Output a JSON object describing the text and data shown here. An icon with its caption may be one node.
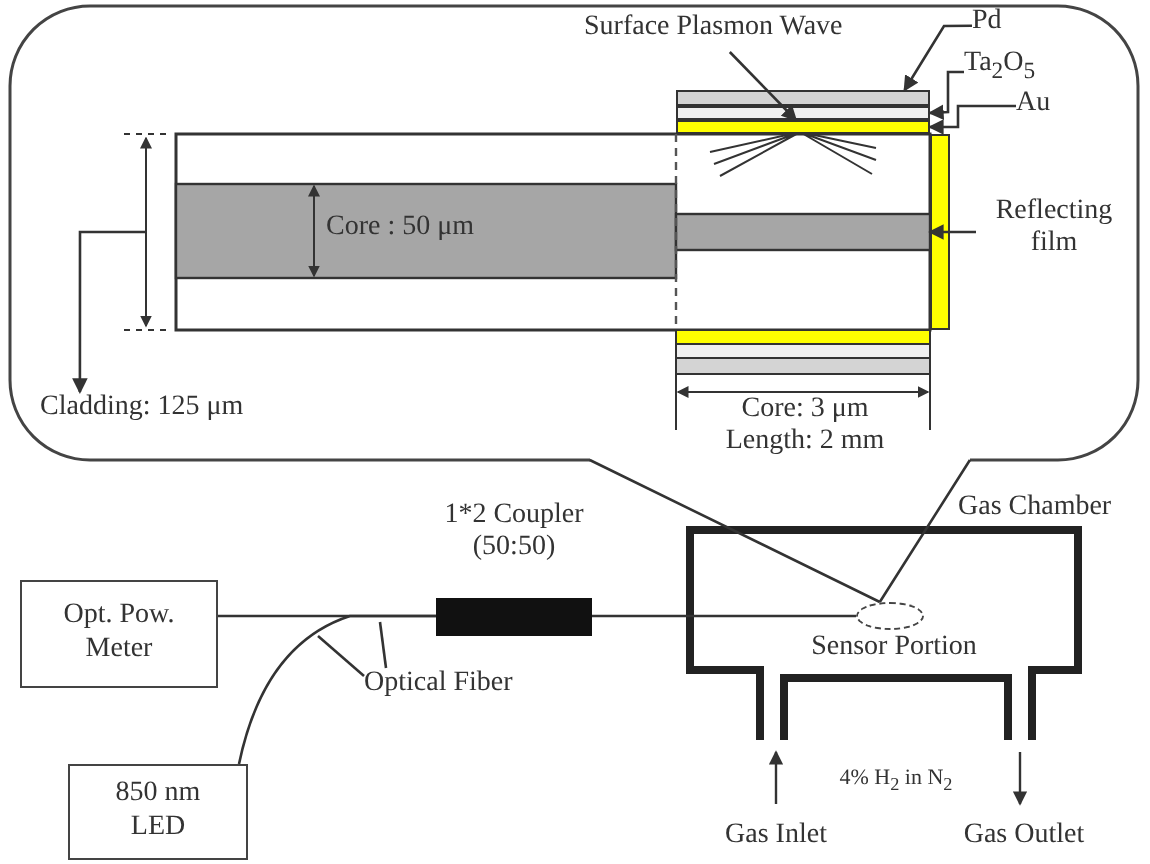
{
  "diagram": {
    "nodes": [
      {
        "text": [],
        "shape": "box"
      },
      {
        "text": [
          "Surface Plasmon Wave"
        ],
        "in": 0
      },
      {
        "text": [
          "Pd"
        ],
        "in": 0
      },
      {
        "text": [
          "Ta$_{2}$O$_{5}$"
        ],
        "in": 0
      },
      {
        "text": [
          "Au"
        ],
        "in": 0
      },
      {
        "text": [
          "Reflecting film"
        ],
        "in": 0
      },
      {
        "text": [
          "Cladding: 125 μm"
        ],
        "in": 0
      },
      {
        "text": [],
        "shape": "bar",
        "in": 0
      },
      {
        "text": [],
        "shape": "bar",
        "in": 0
      },
      {
        "text": [],
        "shape": "bar",
        "in": 0
      },
      {
        "text": [],
        "shape": "bar",
        "in": 0
      },
      {
        "text": [
          "Opt. Pow. Meter"
        ]
      },
      {
        "text": [
          "850 nm LED"
        ]
      },
      {
        "text": [
          "1*2 Coupler (50:50)"
        ]
      },
      {
        "text": [
          "Gas Chamber"
        ]
      },
      {
        "text": [],
        "shape": "circle",
        "in": 14,
        "beside": [
          "Sensor Portion"
        ]
      },
      {
        "text": [
          "Optical Fiber"
        ]
      }
    ],
    "edges": [
      {
        "from": 1,
        "to": 9,
        "arrow": "to"
      },
      {
        "from": 2,
        "to": 7,
        "arrow": "to"
      },
      {
        "from": 3,
        "to": 8,
        "arrow": "to"
      },
      {
        "from": 4,
        "to": 9,
        "arrow": "to"
      },
      {
        "from": 5,
        "to": 10,
        "arrow": "to"
      },
      {
        "from": null,
        "to": 6,
        "arrow": "to"
      },
      {
        "from": 11,
        "to": 13,
        "arrow": "none"
      },
      {
        "from": 12,
        "to": 13,
        "arrow": "none"
      },
      {
        "from": 13,
        "to": 15,
        "arrow": "none"
      },
      {
        "from": 0,
        "to": 15,
        "arrow": "none"
      },
      {
        "from": 16,
        "to": null,
        "arrow": "none"
      },
      {
        "from": 16,
        "to": null,
        "arrow": "none"
      }
    ],
    "labels": [
      "Core : 50 μm",
      "Core: 3 μm",
      "Length: 2 mm",
      "4% H$_{2}$ in N$_{2}$",
      "Gas Inlet",
      "Gas Outlet"
    ]
  }
}
